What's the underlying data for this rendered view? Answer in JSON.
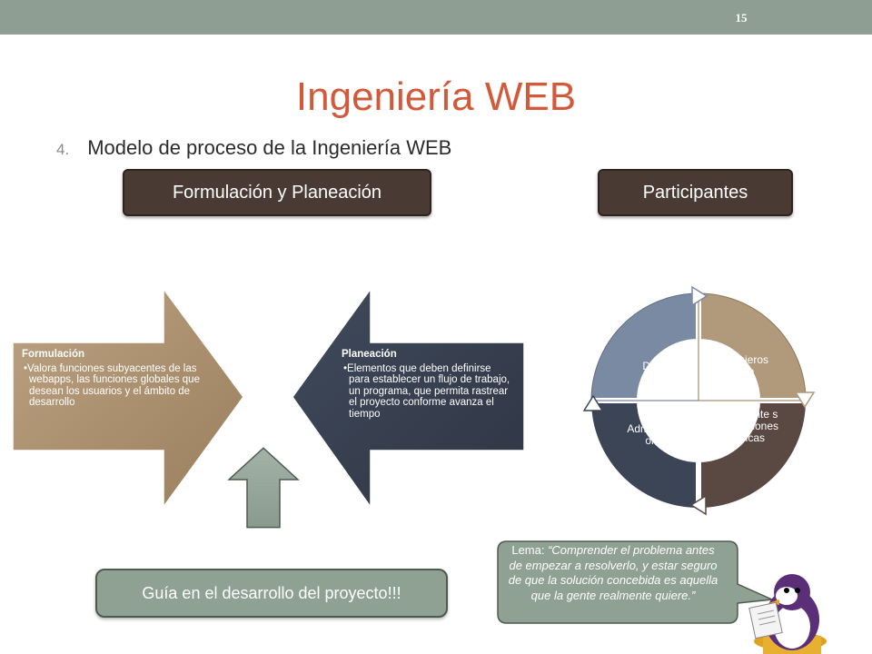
{
  "slide": {
    "number": "15",
    "title": "Ingeniería WEB",
    "subtitle_number": "4.",
    "subtitle": "Modelo de proceso de la Ingeniería WEB"
  },
  "headers": {
    "formulacion": "Formulación y Planeación",
    "participantes": "Participantes"
  },
  "formulacion_arrow": {
    "heading": "Formulación",
    "bullet": "•Valora funciones subyacentes de las webapps, las funciones globales que desean los usuarios y el ámbito de desarrollo"
  },
  "planeacion_arrow": {
    "heading": "Planeación",
    "bullet": "•Elementos que deben definirse para establecer un flujo de trabajo, un programa, que permita rastrear  el proyecto conforme avanza el tiempo"
  },
  "guia": "Guía en el desarrollo del proyecto!!!",
  "participants": {
    "duenos": "Dueños",
    "ingenieros": "Ingenieros Web",
    "administradores": "Administrad ores",
    "participantes": "Participante s sin Funciones técnicas"
  },
  "lema": {
    "lead": "Lema: ",
    "quote": "“Comprender el problema antes de empezar a resolverlo, y estar seguro de que la solución concebida es aquella que la gente realmente quiere.”"
  },
  "colors": {
    "accent_title": "#d25a3a",
    "topbar": "#8f9e92",
    "header_box": "#4a3a34",
    "formulacion_arrow": "#a98e6b",
    "planeacion_arrow": "#38404f",
    "cycle_blue": "#7b8aa3",
    "cycle_tan": "#b19a7b",
    "cycle_dark": "#3b4556",
    "cycle_brown": "#5a4943",
    "guide_green": "#8fa193"
  }
}
